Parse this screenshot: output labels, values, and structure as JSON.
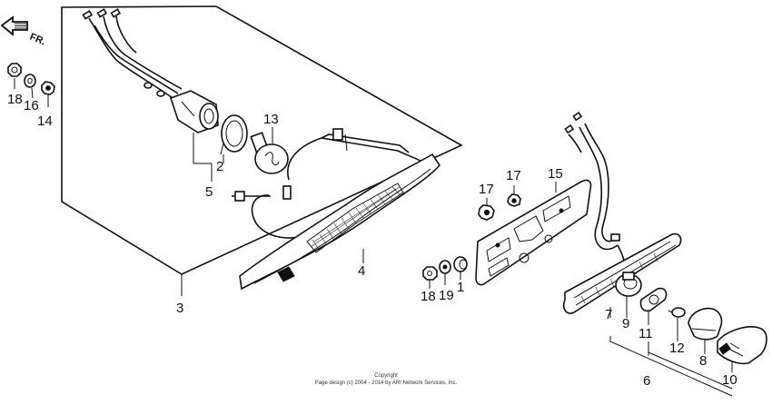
{
  "direction_label": "FR.",
  "callouts": {
    "p1": "1",
    "p2": "2",
    "p3": "3",
    "p4": "4",
    "p5": "5",
    "p6": "6",
    "p7": "7",
    "p8": "8",
    "p9": "9",
    "p10": "10",
    "p11": "11",
    "p12": "12",
    "p13": "13",
    "p14": "14",
    "p15": "15",
    "p16": "16",
    "p17a": "17",
    "p17b": "17",
    "p18a": "18",
    "p18b": "18",
    "p19": "19"
  },
  "copyright": {
    "line1": "Copyright",
    "line2": "Page design (c) 2004 - 2014 by ARI Network Services, Inc."
  }
}
